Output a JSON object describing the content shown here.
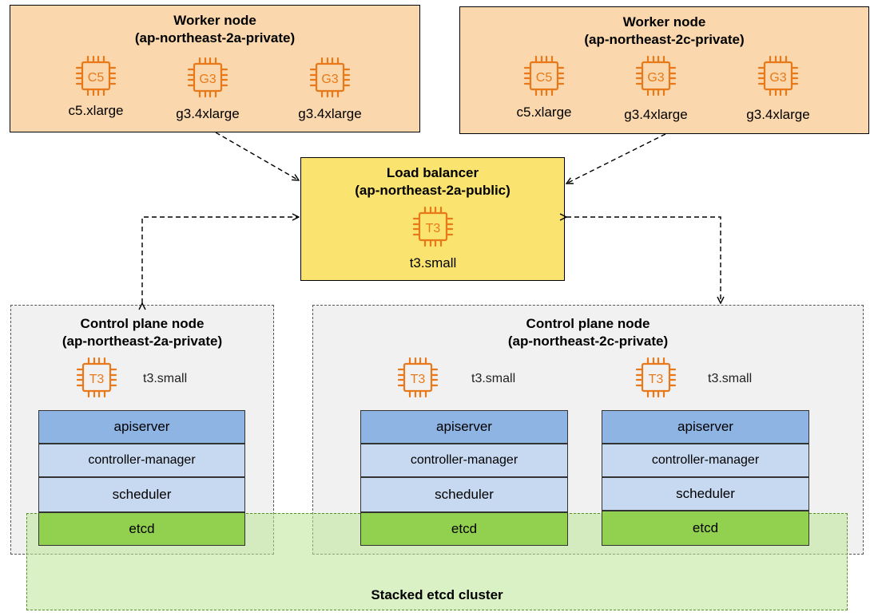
{
  "workers": [
    {
      "title_line1": "Worker node",
      "title_line2": "(ap-northeast-2a-private)",
      "instances": [
        {
          "chip": "C5",
          "label": "c5.xlarge"
        },
        {
          "chip": "G3",
          "label": "g3.4xlarge"
        },
        {
          "chip": "G3",
          "label": "g3.4xlarge"
        }
      ]
    },
    {
      "title_line1": "Worker node",
      "title_line2": "(ap-northeast-2c-private)",
      "instances": [
        {
          "chip": "C5",
          "label": "c5.xlarge"
        },
        {
          "chip": "G3",
          "label": "g3.4xlarge"
        },
        {
          "chip": "G3",
          "label": "g3.4xlarge"
        }
      ]
    }
  ],
  "load_balancer": {
    "title_line1": "Load balancer",
    "title_line2": "(ap-northeast-2a-public)",
    "chip": "T3",
    "label": "t3.small"
  },
  "control_planes": [
    {
      "title_line1": "Control plane node",
      "title_line2": "(ap-northeast-2a-private)",
      "nodes": [
        {
          "chip": "T3",
          "label": "t3.small",
          "stack": [
            "apiserver",
            "controller-manager",
            "scheduler",
            "etcd"
          ]
        }
      ]
    },
    {
      "title_line1": "Control plane node",
      "title_line2": "(ap-northeast-2c-private)",
      "nodes": [
        {
          "chip": "T3",
          "label": "t3.small",
          "stack": [
            "apiserver",
            "controller-manager",
            "scheduler",
            "etcd"
          ]
        },
        {
          "chip": "T3",
          "label": "t3.small",
          "stack": [
            "apiserver",
            "controller-manager",
            "scheduler",
            "etcd"
          ]
        }
      ]
    }
  ],
  "etcd_cluster_label": "Stacked etcd cluster",
  "colors": {
    "chip_orange": "#e8791a",
    "worker_fill": "#fad7ac",
    "lb_fill": "#fae46f",
    "apiserver": "#8eb4e3",
    "stack_light": "#c7d9f1",
    "etcd": "#92d050"
  }
}
